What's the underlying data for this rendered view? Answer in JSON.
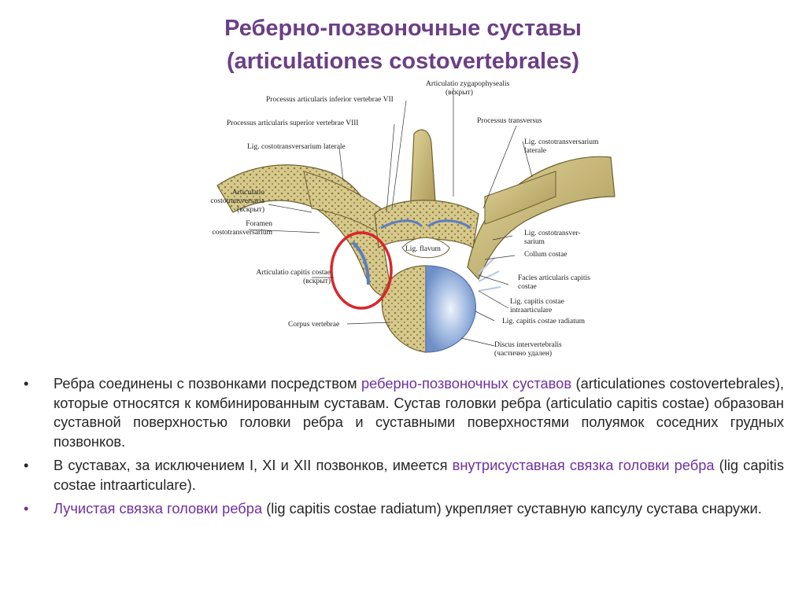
{
  "title": {
    "line1": "Реберно-позвоночные суставы",
    "line2": "(articulationes costovertebrales)"
  },
  "figure": {
    "labels": {
      "zyg": "Articulatio zygapophysealis",
      "zyg_note": "(вскрыт)",
      "proc_inf": "Processus articularis inferior vertebrae VII",
      "proc_sup": "Processus articularis superior vertebrae VIII",
      "proc_trans": "Processus transversus",
      "lig_ct_lat_left": "Lig. costotransversarium laterale",
      "lig_ct_lat_right_1": "Lig. costotransversarium",
      "lig_ct_lat_right_2": "laterale",
      "art_ct_1": "Articulatio",
      "art_ct_2": "costotransversaria",
      "art_ct_note": "(вскрыт)",
      "foramen_1": "Foramen",
      "foramen_2": "costotransversarium",
      "lig_flavum": "Lig. flavum",
      "lig_ct_1": "Lig. costotransver-",
      "lig_ct_2": "sarium",
      "collum": "Collum costae",
      "art_cap_1": "Articulatio capitis costae",
      "art_cap_note": "(вскрыт)",
      "facies_1": "Facies articularis capitis",
      "facies_2": "costae",
      "lig_intra_1": "Lig. capitis costae",
      "lig_intra_2": "intraarticulare",
      "lig_rad": "Lig. capitis costae radiatum",
      "corpus": "Corpus vertebrae",
      "discus": "Discus intervertebralis",
      "discus_note": "(частично удален)"
    }
  },
  "bullets": [
    {
      "bullet": "•",
      "p1": "Ребра соединены с позвонками посредством ",
      "h1": "реберно-позвоночных суставов",
      "p2": " (articulationes costovertebrales), которые относятся к комбинированным суставам. Сустав головки ребра (articulatio capitis costae) образован суставной поверхностью головки ребра и суставными поверхностями полуямок соседних грудных позвонков."
    },
    {
      "bullet": "•",
      "p1": "В суставах, за исключением I, XI и XII позвонков, имеется ",
      "h1": "внутрисуставная связка головки ребра",
      "p2": " (lig capitis costae intraarticulare)."
    },
    {
      "bullet": "•",
      "h1": "Лучистая связка головки ребра",
      "p2": " (lig capitis costae radiatum) укрепляет суставную капсулу сустава снаружи."
    }
  ],
  "colors": {
    "accent": "#7030a0",
    "title": "#6b3f86",
    "highlight_circle": "#d9262a",
    "bone": "#c8b877",
    "cartilage": "#6f8fc8"
  }
}
